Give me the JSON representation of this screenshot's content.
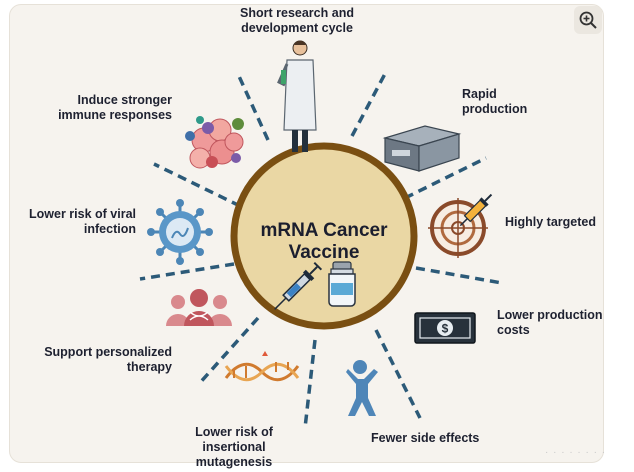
{
  "center": {
    "title": "mRNA Cancer\nVaccine"
  },
  "benefits": [
    {
      "id": "short-research",
      "label": "Short research and\ndevelopment cycle",
      "icon": "scientist-icon"
    },
    {
      "id": "rapid-production",
      "label": "Rapid\nproduction",
      "icon": "lab-machine-icon"
    },
    {
      "id": "highly-targeted",
      "label": "Highly targeted",
      "icon": "target-syringe-icon"
    },
    {
      "id": "lower-production-costs",
      "label": "Lower production\ncosts",
      "icon": "dollar-bill-icon"
    },
    {
      "id": "fewer-side-effects",
      "label": "Fewer side effects",
      "icon": "happy-person-icon"
    },
    {
      "id": "lower-risk-mutagenesis",
      "label": "Lower risk of\ninsertional mutagenesis",
      "icon": "dna-icon"
    },
    {
      "id": "personalized-therapy",
      "label": "Support  personalized\ntherapy",
      "icon": "people-dna-icon"
    },
    {
      "id": "lower-risk-viral",
      "label": "Lower risk of viral\ninfection",
      "icon": "virus-icon"
    },
    {
      "id": "stronger-immune",
      "label": "Induce stronger\nimmune responses",
      "icon": "cell-cluster-icon"
    }
  ],
  "colors": {
    "circle_fill": "#ead7a4",
    "circle_border": "#7a4f12",
    "dash": "#2c5a78",
    "card_bg": "#f6f3ee"
  },
  "toolbar": {
    "zoom_icon": "zoom-in-icon"
  },
  "watermark": "· · · · · · · ·"
}
